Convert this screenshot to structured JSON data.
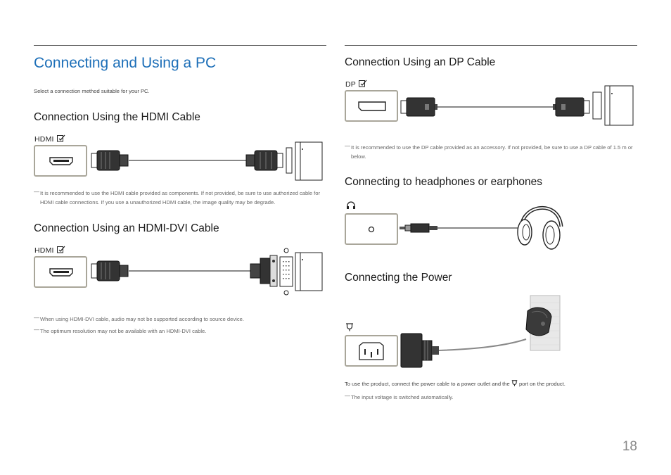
{
  "page": {
    "title": "Connecting and Using a PC",
    "intro": "Select a connection method suitable for your PC.",
    "page_number": "18"
  },
  "hdmi": {
    "heading": "Connection Using the HDMI Cable",
    "port_label": "HDMI",
    "note": "It is recommended to use the HDMI cable provided as components. If not provided, be sure to use authorized cable for HDMI cable connections. If you use a unauthorized HDMI cable, the image quality may be degrade."
  },
  "hdmi_dvi": {
    "heading": "Connection Using an HDMI-DVI Cable",
    "port_label": "HDMI",
    "notes": [
      "When using HDMI-DVI cable, audio may not be supported according to source device.",
      "The optimum resolution may not be available with an HDMI-DVI cable."
    ]
  },
  "dp": {
    "heading": "Connection Using an DP Cable",
    "port_label": "DP",
    "note": "It is recommended to use the DP cable provided as an accessory. If not provided, be sure to use a DP cable of 1.5 m or below."
  },
  "headphones": {
    "heading": "Connecting to headphones or earphones",
    "icon": "headphone-icon"
  },
  "power": {
    "heading": "Connecting the Power",
    "icon": "power-port-icon",
    "instruction_before": "To use the product, connect the power cable to a power outlet and the",
    "instruction_after": "port on the product.",
    "note": "The input voltage is switched automatically."
  }
}
